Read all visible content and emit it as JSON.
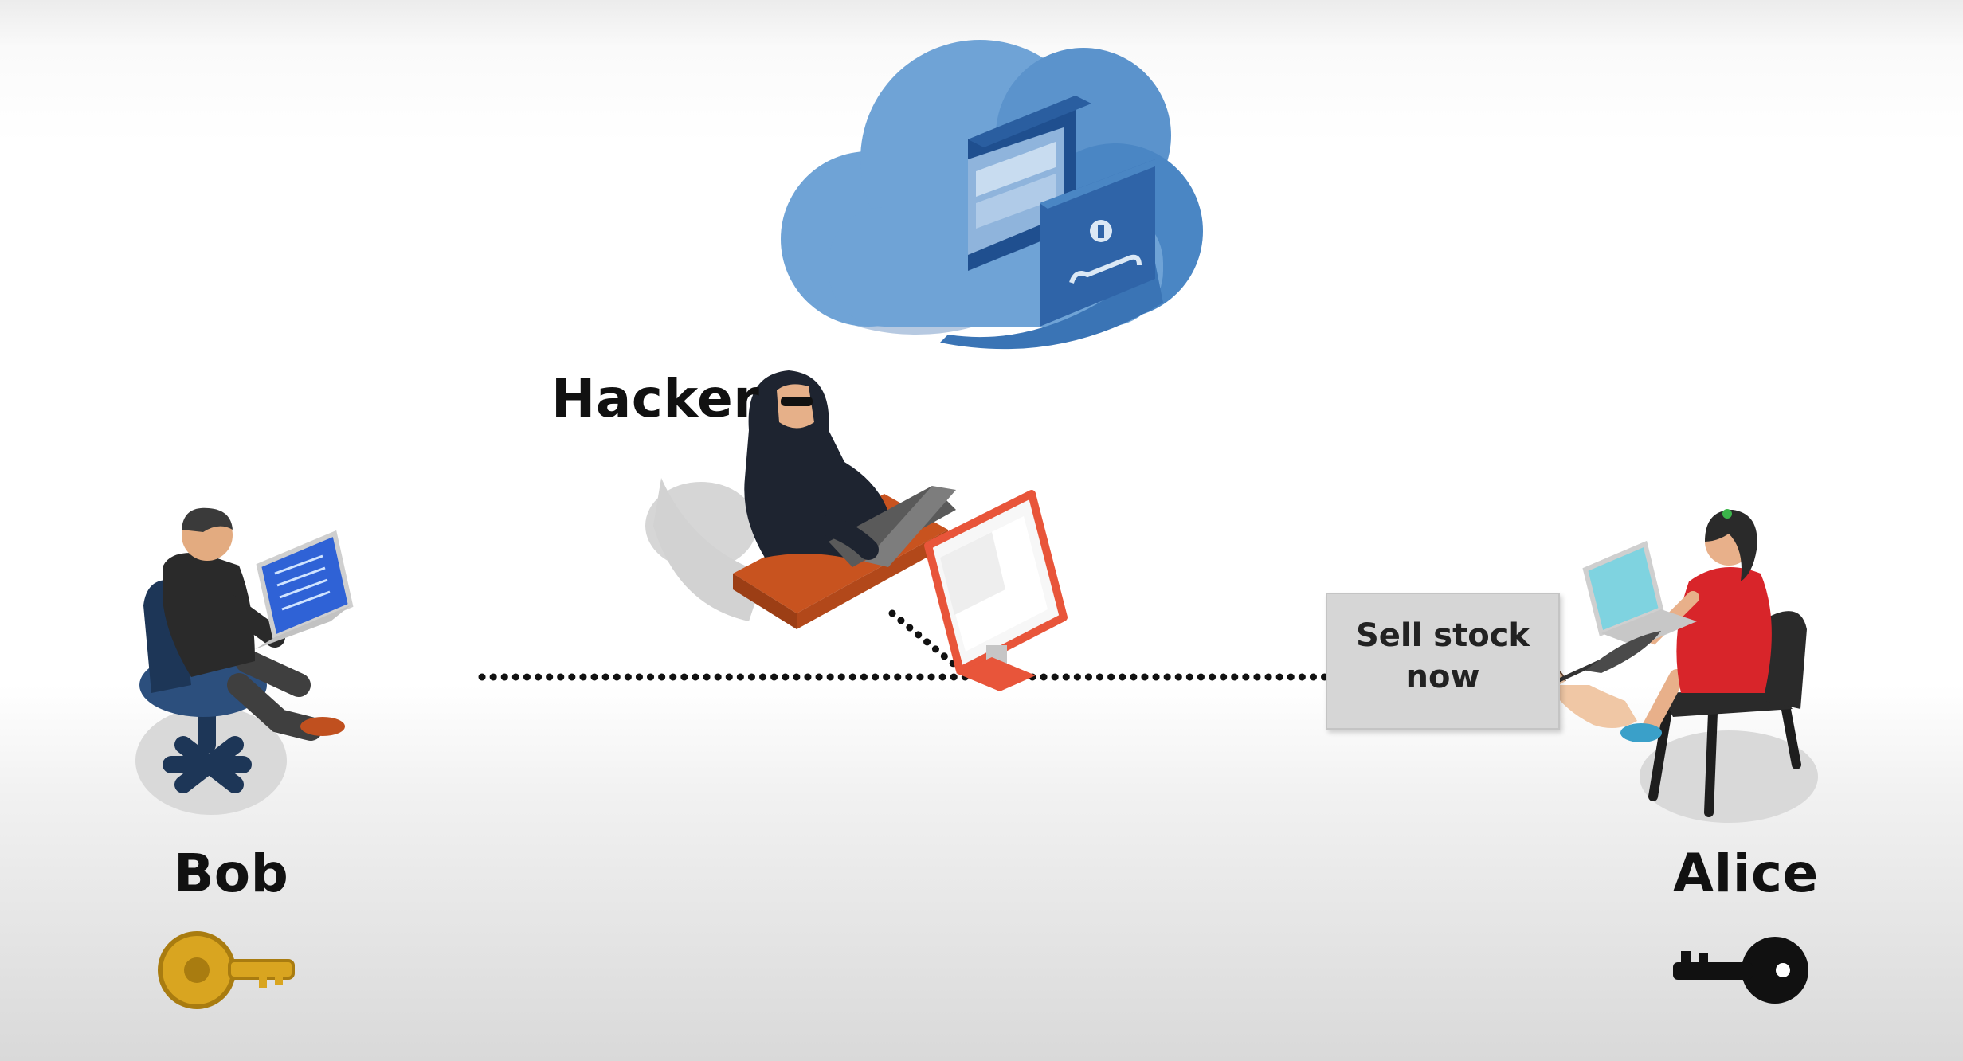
{
  "labels": {
    "hacker": "Hacker",
    "bob": "Bob",
    "alice": "Alice"
  },
  "message": {
    "line1": "Sell stock",
    "line2": "now"
  },
  "colors": {
    "cloud_light": "#6fa3d6",
    "cloud_dark": "#3a74b5",
    "drawer": "#2f64a8",
    "monitor_frame": "#e8553a",
    "desk": "#c8531f",
    "bob_key": "#d9a520",
    "alice_key": "#111111",
    "screen_bob": "#2f62d6",
    "screen_alice": "#7fd3e0",
    "alice_dress": "#d8252a"
  },
  "icons": [
    "cloud-storage-icon",
    "hacker-icon",
    "monitor-icon",
    "bob-person-icon",
    "alice-person-icon",
    "gold-key-icon",
    "black-key-icon",
    "quill-hand-icon"
  ]
}
